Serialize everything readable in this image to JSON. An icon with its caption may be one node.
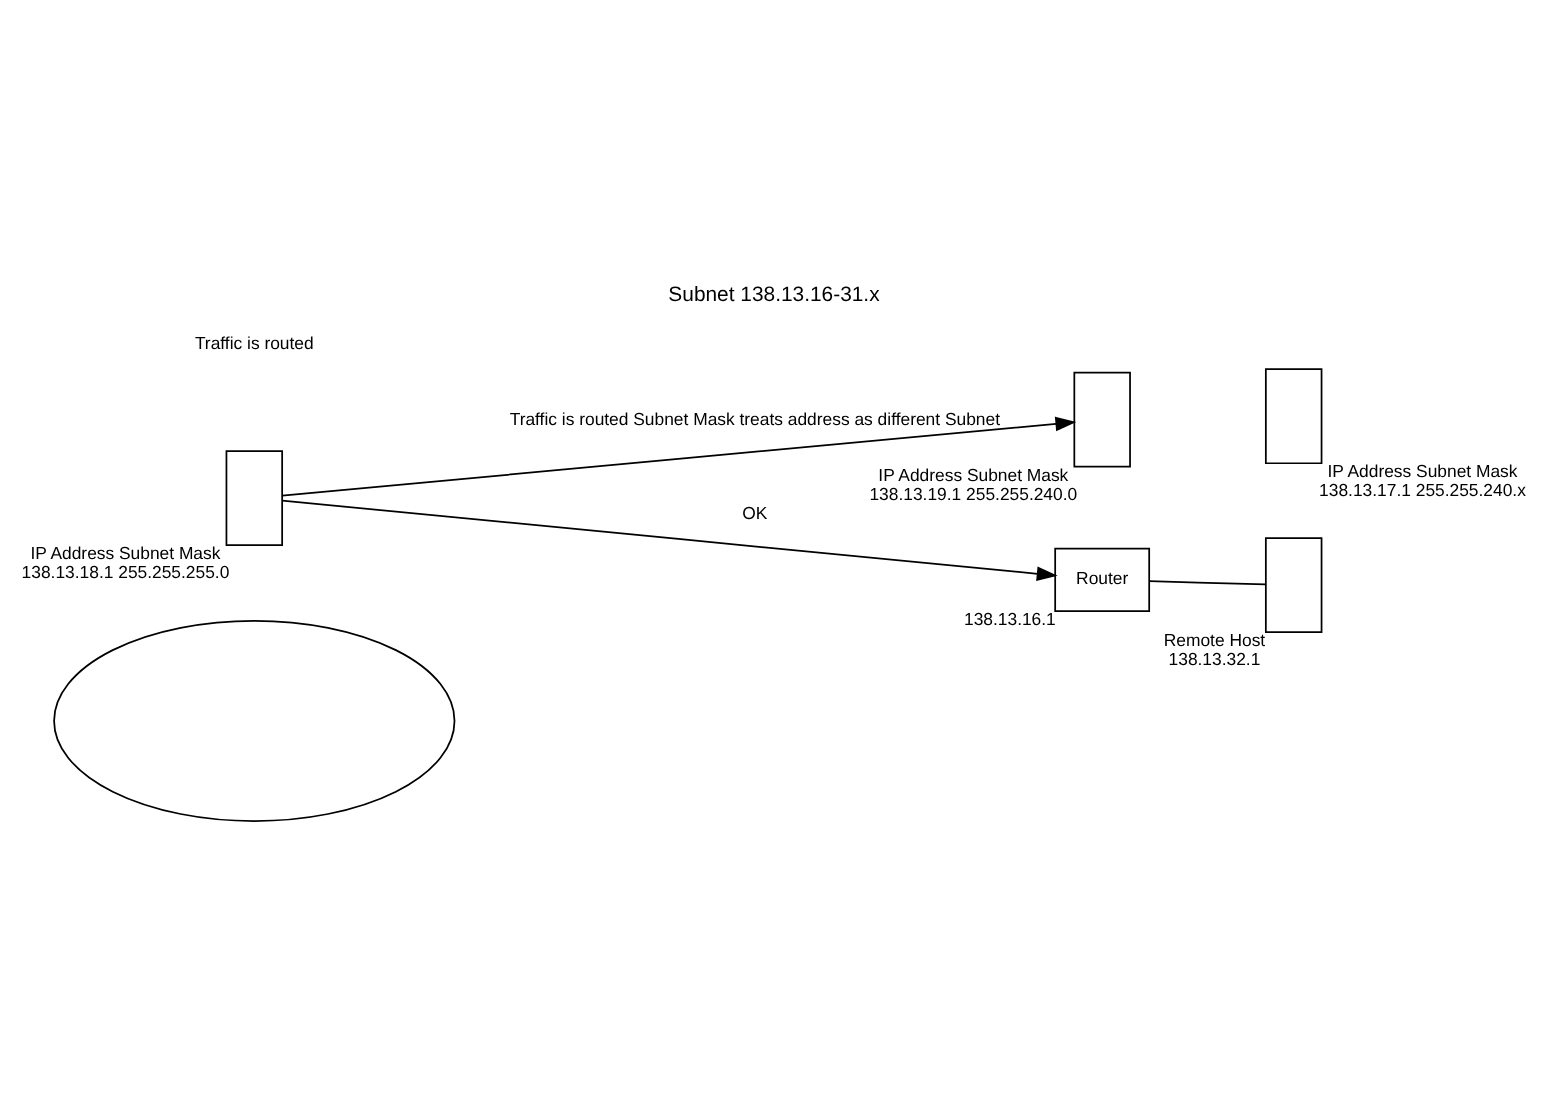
{
  "diagram": {
    "title": "Subnet 138.13.16-31.x",
    "nodes": [
      {
        "text": [],
        "shape": "circle"
      },
      {
        "text": [],
        "shape": "box",
        "beside": [
          "IP Address Subnet Mask",
          "138.13.19.1 255.255.240.0"
        ]
      },
      {
        "text": [],
        "shape": "box",
        "beside": [
          "IP Address Subnet Mask",
          "138.13.18.1 255.255.255.0"
        ]
      },
      {
        "text": [
          "Router"
        ],
        "beside": [
          "138.13.16.1"
        ]
      },
      {
        "text": [],
        "shape": "box",
        "beside": [
          "Remote Host",
          "138.13.32.1"
        ]
      },
      {
        "text": [],
        "shape": "box",
        "beside": [
          "IP Address Subnet Mask",
          "138.13.17.1 255.255.240.x"
        ]
      }
    ],
    "edges": [
      {
        "from": 2,
        "to": 1,
        "arrow": "to",
        "label": "Traffic is routed Subnet Mask treats address as different Subnet"
      },
      {
        "from": 2,
        "to": 3,
        "arrow": "to",
        "label": "OK"
      },
      {
        "from": 3,
        "to": 4,
        "arrow": "none"
      }
    ],
    "labels": [
      "Traffic is routed"
    ]
  }
}
